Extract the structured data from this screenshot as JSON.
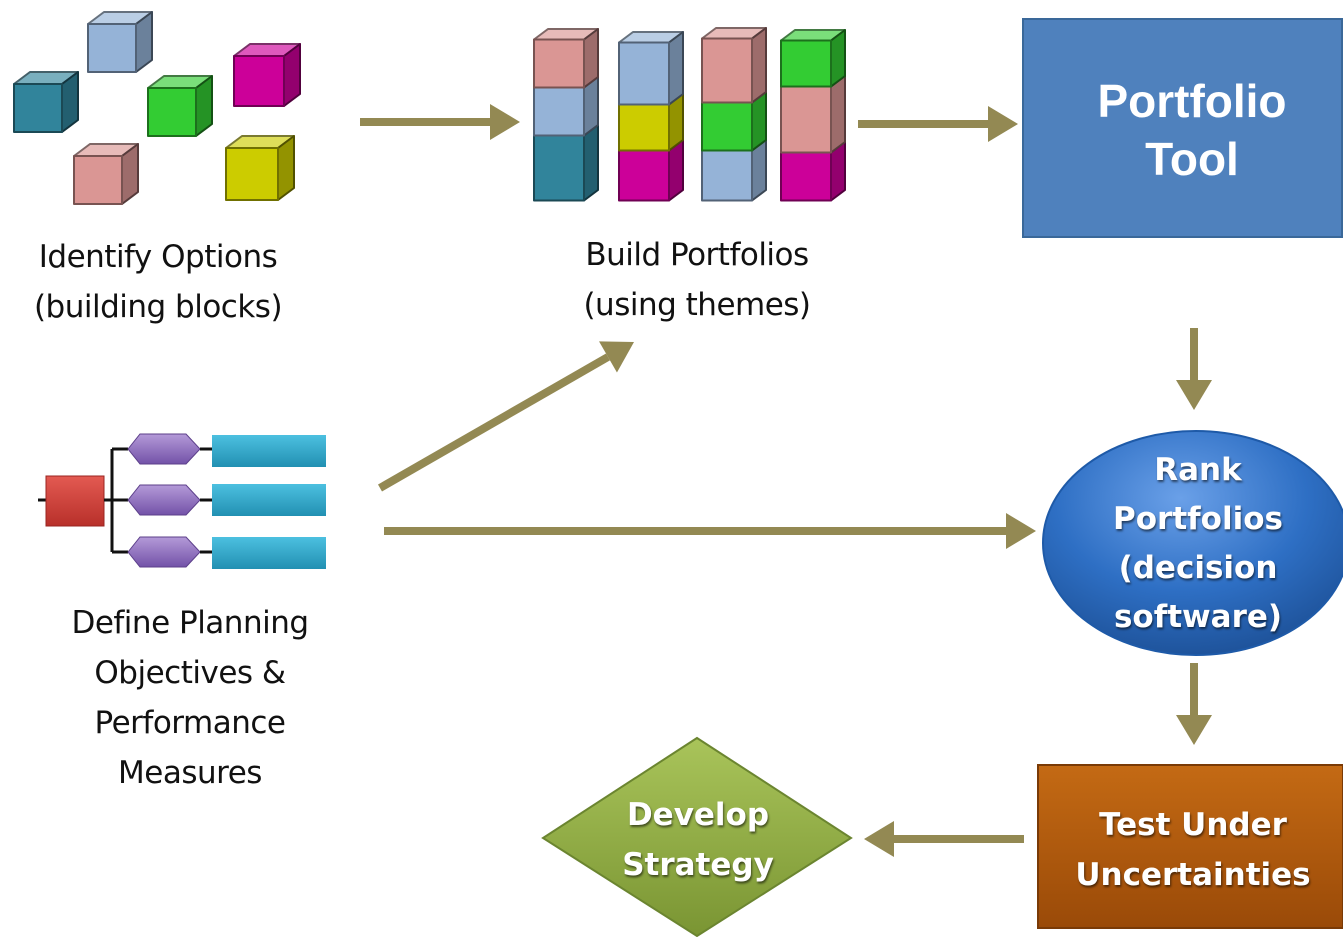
{
  "colors": {
    "arrow": "#938953",
    "cube_teal": "#31849b",
    "cube_lightblue": "#95b3d7",
    "cube_green": "#33cc33",
    "cube_magenta": "#cc0099",
    "cube_pink": "#da9694",
    "cube_yellow": "#cccc00",
    "portfolio_tool": "#4f81bd",
    "rank_ellipse": "#2e6fc4",
    "test_box": "#b85d0e",
    "strategy_diamond": "#8fac3f",
    "tree_root": "#d9403a",
    "tree_branch": "#8064a2",
    "tree_leaf": "#31a2c6"
  },
  "steps": {
    "identify_options": {
      "lines": [
        "Identify Options",
        "(building blocks)"
      ]
    },
    "build_portfolios": {
      "lines": [
        "Build Portfolios",
        "(using themes)"
      ]
    },
    "portfolio_tool": {
      "lines": [
        "Portfolio",
        "Tool"
      ]
    },
    "define_objectives": {
      "lines": [
        "Define Planning",
        "Objectives &",
        "Performance",
        "Measures"
      ]
    },
    "rank_portfolios": {
      "lines": [
        "Rank",
        "Portfolios",
        "(decision",
        "software)"
      ]
    },
    "test_uncertainties": {
      "lines": [
        "Test Under",
        "Uncertainties"
      ]
    },
    "develop_strategy": {
      "lines": [
        "Develop",
        "Strategy"
      ]
    }
  },
  "icons": {
    "building_blocks": "scattered-cubes-icon",
    "portfolio_stacks": "stacked-cubes-icon",
    "objectives_tree": "objective-tree-icon"
  }
}
